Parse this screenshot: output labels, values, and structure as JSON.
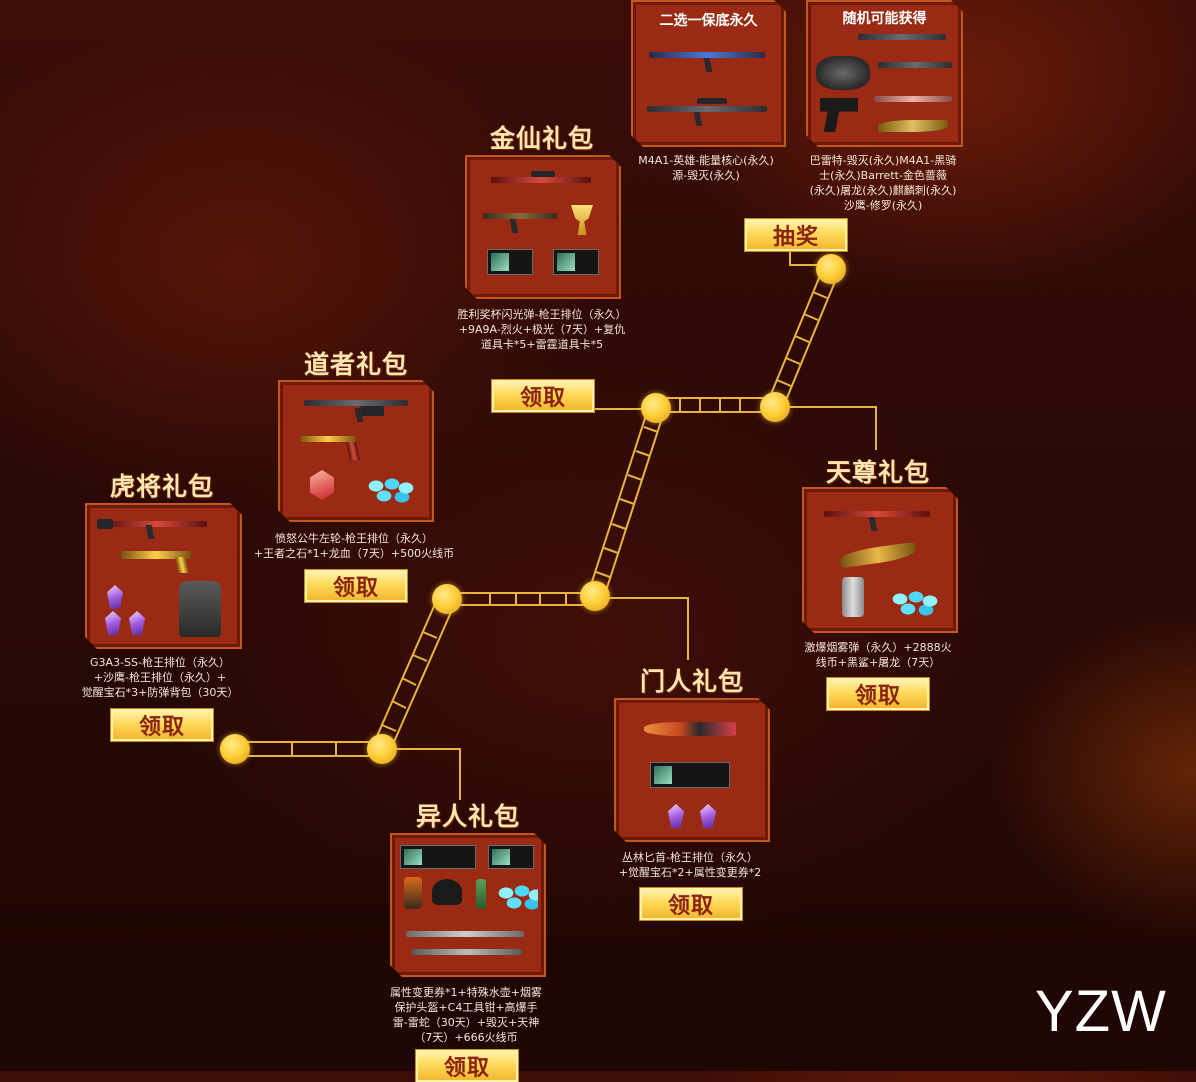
{
  "packages": {
    "huijiang": {
      "title": "虎将礼包",
      "desc_lines": [
        "G3A3-SS-枪王排位（永久）",
        "+沙鹰-枪王排位（永久）+",
        "觉醒宝石*3+防弹背包（30天）"
      ],
      "button": "领取"
    },
    "daozhe": {
      "title": "道者礼包",
      "desc_lines": [
        "愤怒公牛左轮-枪王排位（永久）",
        "+王者之石*1+龙血（7天）+500火线币"
      ],
      "button": "领取"
    },
    "jinxian": {
      "title": "金仙礼包",
      "desc_lines": [
        "胜利奖杯闪光弹-枪王排位（永久）",
        "+9A9A-烈火+极光（7天）+复仇",
        "道具卡*5+雷霆道具卡*5"
      ],
      "button": "领取"
    },
    "tianzun": {
      "title": "天尊礼包",
      "desc_lines": [
        "激爆烟雾弹（永久）+2888火",
        "线币+黑鲨+屠龙（7天）"
      ],
      "button": "领取"
    },
    "menren": {
      "title": "门人礼包",
      "desc_lines": [
        "丛林匕首-枪王排位（永久）",
        "+觉醒宝石*2+属性变更券*2"
      ],
      "button": "领取"
    },
    "yiren": {
      "title": "异人礼包",
      "desc_lines": [
        "属性变更券*1+特殊水壶+烟雾",
        "保护头盔+C4工具钳+高爆手",
        "雷-雷蛇（30天）+毁灭+天神",
        "（7天）+666火线币"
      ],
      "button": "领取"
    }
  },
  "lottery": {
    "button": "抽奖",
    "choice_box": {
      "title": "二选一保底永久",
      "desc_lines": [
        "M4A1-英雄-能量核心(永久)",
        "源-毁灭(永久)"
      ]
    },
    "random_box": {
      "title": "随机可能获得",
      "desc_lines": [
        "巴雷特-毁灭(永久)M4A1-黑骑",
        "士(永久)Barrett-金色蔷薇",
        "(永久)屠龙(永久)麒麟刺(永久)",
        "沙鹰-修罗(永久)"
      ]
    }
  },
  "watermark": "YZW"
}
